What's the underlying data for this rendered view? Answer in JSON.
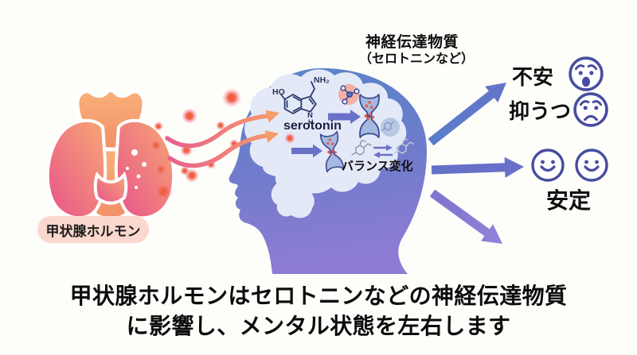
{
  "thyroid": {
    "label": "甲状腺ホルモン",
    "label_bg": "#fbd7cd",
    "gland_color_start": "#e8538b",
    "gland_color_end": "#f7a874",
    "larynx_color": "#f5a06e"
  },
  "brain": {
    "title_line1": "神経伝達物質",
    "title_line2": "（セロトニンなど）",
    "serotonin_label": "serotonin",
    "balance_label": "バランス変化",
    "atoms": {
      "ho": "HO",
      "nh2": "NH₂",
      "n": "N",
      "h": "H"
    },
    "cloud_color": "#e4e9f8",
    "head_color_top": "#5a83c9",
    "head_color_bottom": "#8e7cd3"
  },
  "outcomes": {
    "anxiety_label": "不安",
    "depression_label": "抑うつ",
    "stable_label": "安定",
    "face_color": "#474d9f",
    "arrow_color_up": "#5a7dc9",
    "arrow_color_mid": "#6472c9",
    "arrow_color_down": "#8579d2"
  },
  "flow": {
    "particle_color": "#ef5b37",
    "wave_color_start": "#e85e8e",
    "wave_color_end": "#f59e6a"
  },
  "caption": {
    "line1": "甲状腺ホルモンはセロトニンなどの神経伝達物質",
    "line2": "に影響し、メンタル状態を左右します"
  }
}
